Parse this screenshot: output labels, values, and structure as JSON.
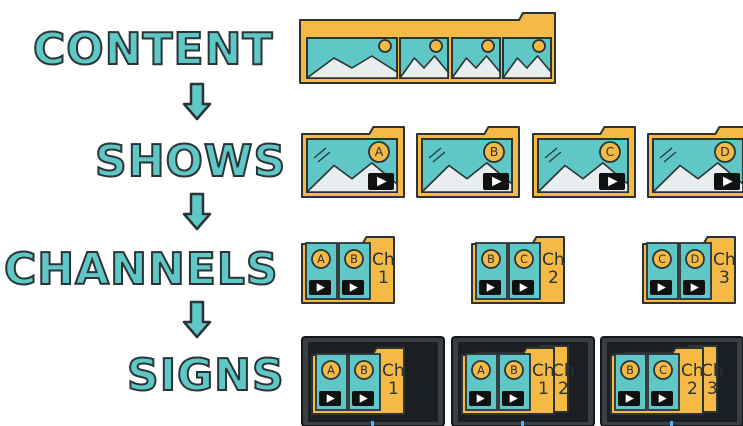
{
  "labels": {
    "content": "CONTENT",
    "shows": "SHOWS",
    "channels": "CHANNELS",
    "signs": "SIGNS"
  },
  "colors": {
    "folder": "#f5b945",
    "teal": "#5fc8c6",
    "outline": "#2b3337",
    "screen": "#1c1f22",
    "badge": "#f5b945"
  },
  "icons": [
    "down-arrow-icon",
    "folder-icon",
    "image-icon",
    "play-icon",
    "monitor-icon"
  ],
  "shows": [
    {
      "letter": "A"
    },
    {
      "letter": "B"
    },
    {
      "letter": "C"
    },
    {
      "letter": "D"
    }
  ],
  "channels": [
    {
      "shows": [
        "A",
        "B"
      ],
      "ch": "Ch",
      "num": "1"
    },
    {
      "shows": [
        "B",
        "C"
      ],
      "ch": "Ch",
      "num": "2"
    },
    {
      "shows": [
        "C",
        "D"
      ],
      "ch": "Ch",
      "num": "3"
    }
  ],
  "signs": [
    {
      "shows": [
        "A",
        "B"
      ],
      "channels": [
        {
          "ch": "Ch",
          "num": "1"
        }
      ]
    },
    {
      "shows": [
        "A",
        "B"
      ],
      "channels": [
        {
          "ch": "Ch",
          "num": "1"
        },
        {
          "ch": "Ch",
          "num": "2"
        }
      ]
    },
    {
      "shows": [
        "B",
        "C"
      ],
      "channels": [
        {
          "ch": "Ch",
          "num": "2"
        },
        {
          "ch": "Ch",
          "num": "3"
        }
      ]
    }
  ]
}
